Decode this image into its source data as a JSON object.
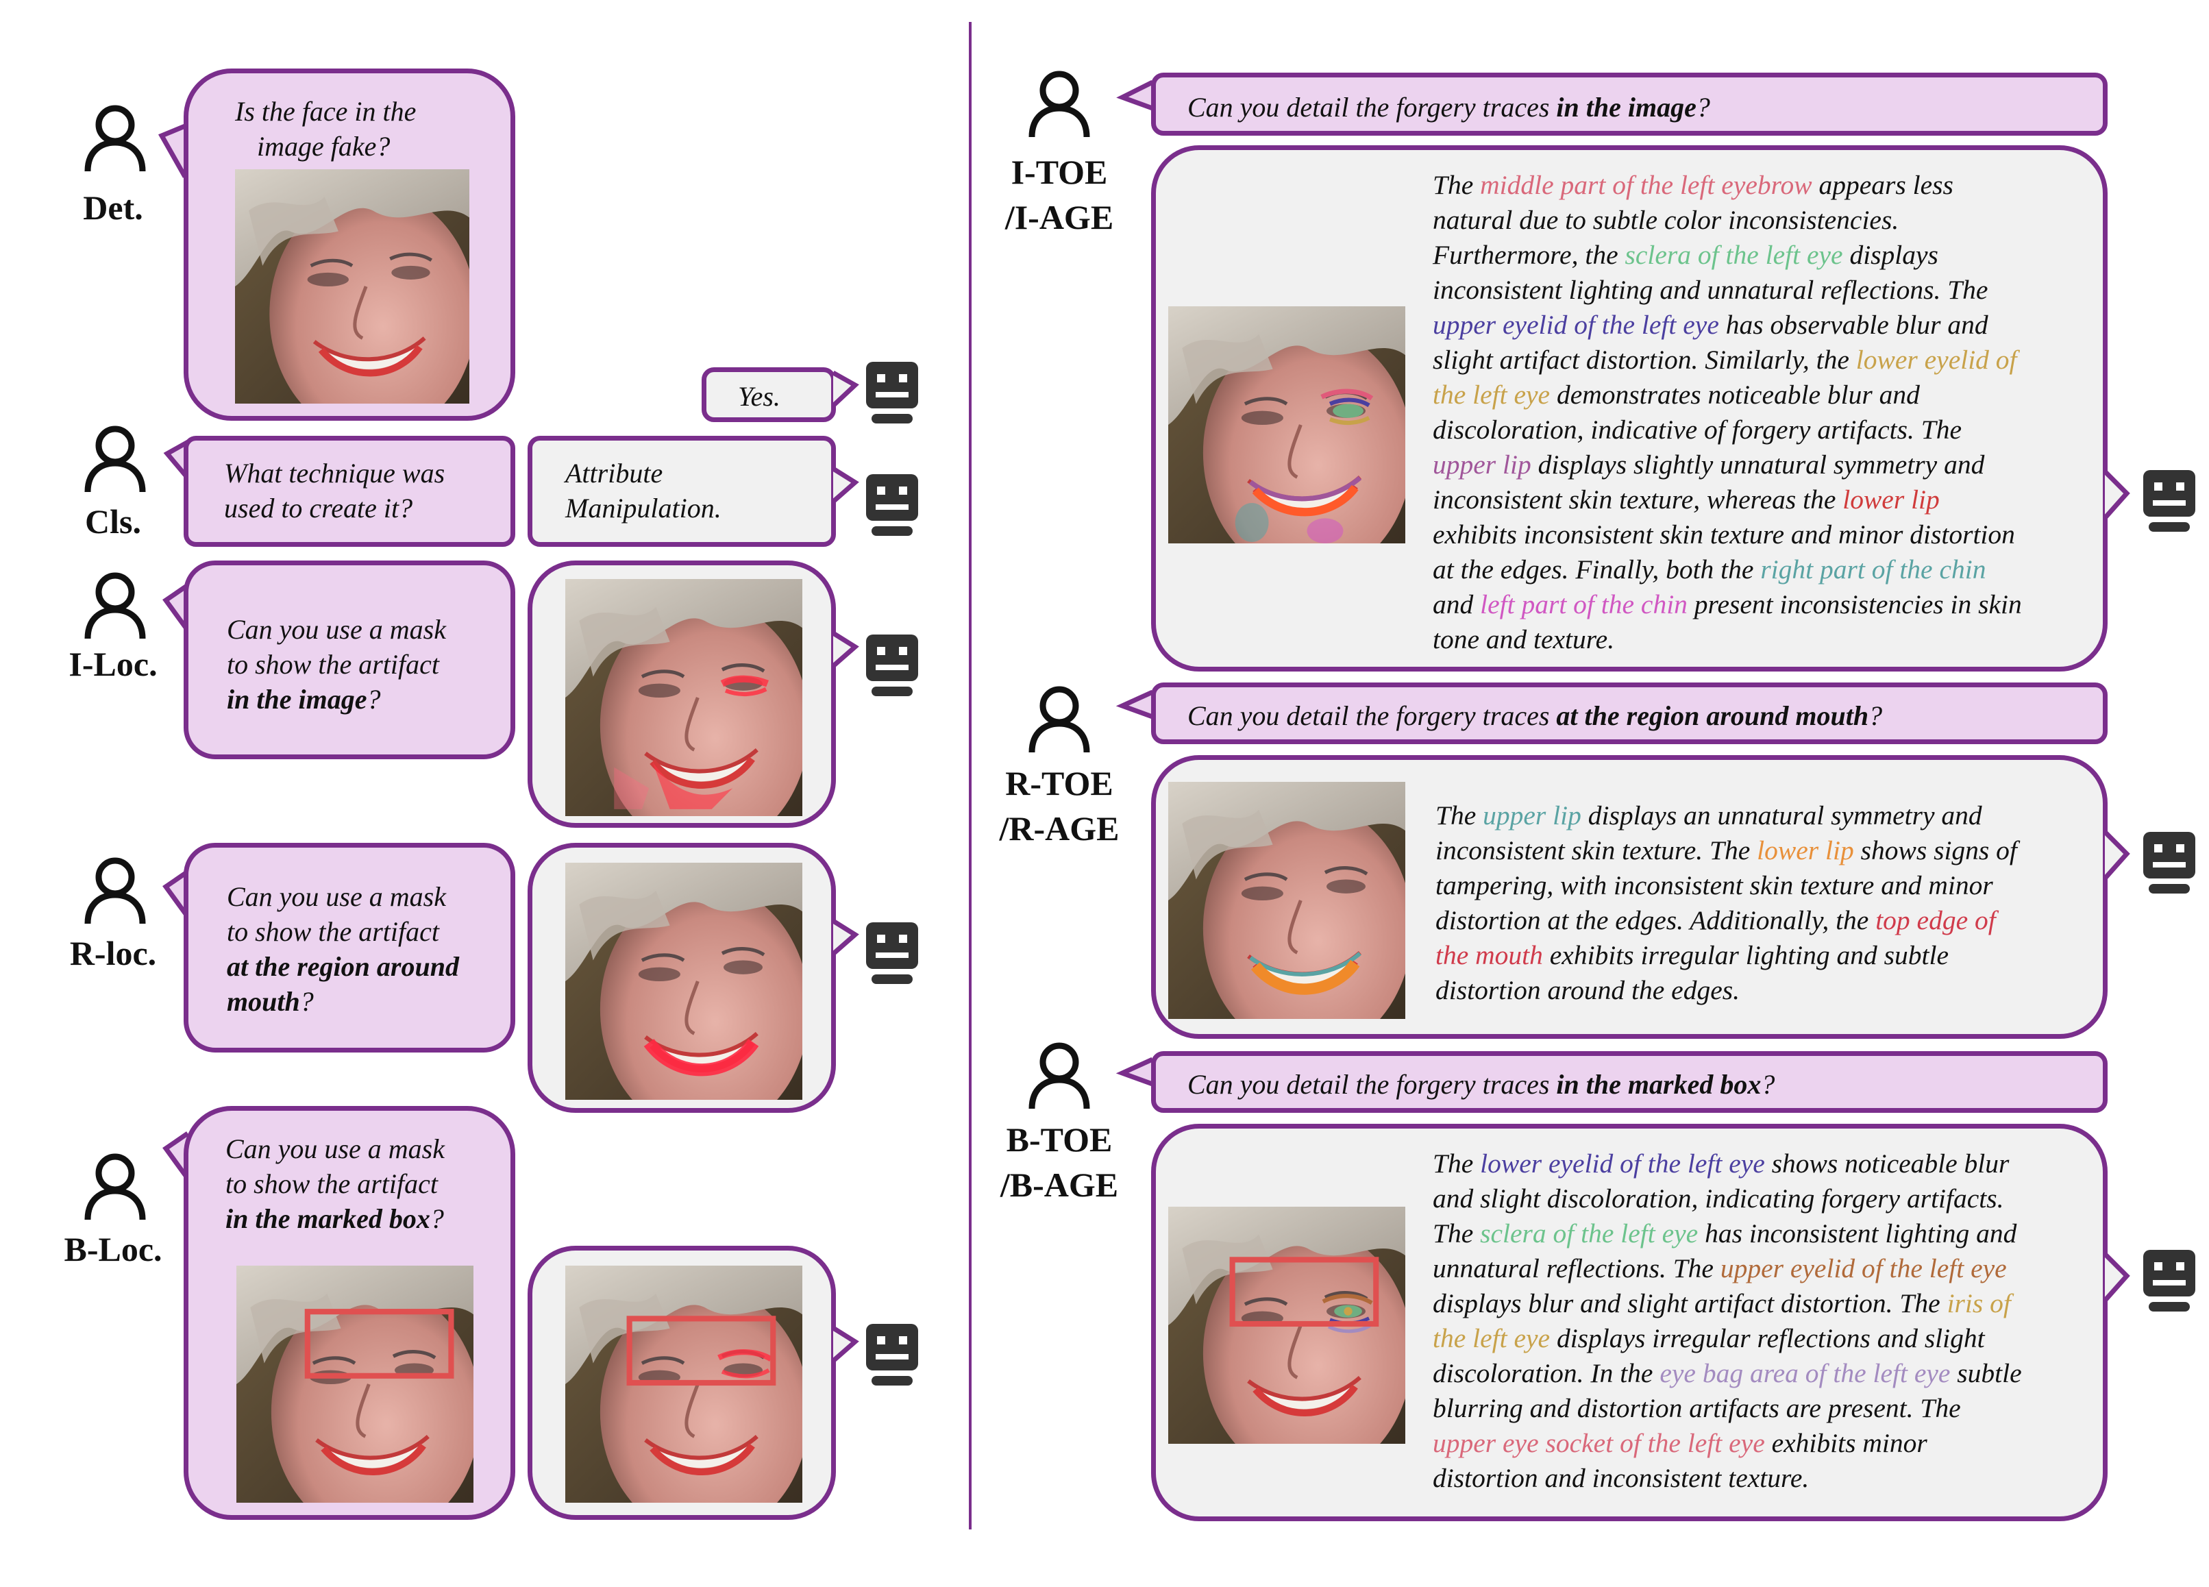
{
  "colors": {
    "border": "#7a2e8c",
    "question_bg": "#ecd3ef",
    "answer_bg": "#f1f1f1",
    "mask_red": "#ff3333",
    "box_red": "#e05050"
  },
  "icons": {
    "user": "user-icon",
    "bot": "robot-icon"
  },
  "left": {
    "det": {
      "label": "Det.",
      "question_l1": "Is the face in the",
      "question_l2": "image fake?",
      "answer": "Yes."
    },
    "cls": {
      "label": "Cls.",
      "question_l1": "What technique was",
      "question_l2": "used to create it?",
      "answer_l1": "Attribute",
      "answer_l2": "Manipulation."
    },
    "iloc": {
      "label": "I-Loc.",
      "q_l1": "Can you use a mask",
      "q_l2": "to show the artifact",
      "q_l3_bold": "in the image",
      "q_l3_end": "?"
    },
    "rloc": {
      "label": "R-loc.",
      "q_l1": "Can you use a mask",
      "q_l2": "to show the artifact",
      "q_l3_bold": "at the region around",
      "q_l4_bold": "mouth",
      "q_l4_end": "?"
    },
    "bloc": {
      "label": "B-Loc.",
      "q_l1": "Can you use a mask",
      "q_l2": "to show the artifact",
      "q_l3_bold": "in the marked box",
      "q_l3_end": "?"
    }
  },
  "right": {
    "itoe": {
      "label_l1": "I-TOE",
      "label_l2": "/I-AGE",
      "question_plain": "Can you detail the forgery traces ",
      "question_bold": "in the image",
      "question_end": "?",
      "answer_lines": [
        [
          {
            "t": "The "
          },
          {
            "t": "middle part of the left eyebrow",
            "c": "#d9687a"
          },
          {
            "t": " appears less"
          }
        ],
        [
          {
            "t": "natural due to subtle color inconsistencies."
          }
        ],
        [
          {
            "t": "Furthermore, the "
          },
          {
            "t": "sclera of the left eye",
            "c": "#6cc38c"
          },
          {
            "t": " displays"
          }
        ],
        [
          {
            "t": "inconsistent lighting and unnatural reflections. The"
          }
        ],
        [
          {
            "t": "upper eyelid of the left eye",
            "c": "#4b3fa0"
          },
          {
            "t": " has observable blur and"
          }
        ],
        [
          {
            "t": "slight artifact distortion. Similarly, the "
          },
          {
            "t": "lower eyelid of",
            "c": "#c8a24a"
          }
        ],
        [
          {
            "t": "the left eye",
            "c": "#c8a24a"
          },
          {
            "t": " demonstrates noticeable blur and"
          }
        ],
        [
          {
            "t": "discoloration, indicative of forgery artifacts. The"
          }
        ],
        [
          {
            "t": "upper lip",
            "c": "#a0569a"
          },
          {
            "t": " displays slightly unnatural symmetry and"
          }
        ],
        [
          {
            "t": "inconsistent skin texture, whereas the "
          },
          {
            "t": "lower lip",
            "c": "#d03b3b"
          }
        ],
        [
          {
            "t": "exhibits inconsistent skin texture and minor distortion"
          }
        ],
        [
          {
            "t": "at the edges. Finally, both the "
          },
          {
            "t": "right part of the chin",
            "c": "#5aa3a3"
          }
        ],
        [
          {
            "t": "and "
          },
          {
            "t": "left part of the chin",
            "c": "#d057c2"
          },
          {
            "t": " present inconsistencies in skin"
          }
        ],
        [
          {
            "t": "tone and texture."
          }
        ]
      ]
    },
    "rtoe": {
      "label_l1": "R-TOE",
      "label_l2": "/R-AGE",
      "question_plain": "Can you detail the forgery traces ",
      "question_bold": "at the region around mouth",
      "question_end": "?",
      "answer_lines": [
        [
          {
            "t": "The "
          },
          {
            "t": "upper lip",
            "c": "#5aa3a3"
          },
          {
            "t": " displays an unnatural symmetry and"
          }
        ],
        [
          {
            "t": "inconsistent skin texture. The "
          },
          {
            "t": "lower lip",
            "c": "#e8903a"
          },
          {
            "t": " shows signs of"
          }
        ],
        [
          {
            "t": "tampering, with inconsistent skin texture and minor"
          }
        ],
        [
          {
            "t": "distortion at the edges. Additionally, the "
          },
          {
            "t": "top edge of",
            "c": "#d03b4b"
          }
        ],
        [
          {
            "t": "the mouth",
            "c": "#d03b4b"
          },
          {
            "t": " exhibits irregular lighting and subtle"
          }
        ],
        [
          {
            "t": "distortion around the edges."
          }
        ]
      ]
    },
    "btoe": {
      "label_l1": "B-TOE",
      "label_l2": "/B-AGE",
      "question_plain": "Can you detail the forgery traces ",
      "question_bold": "in the marked box",
      "question_end": "?",
      "answer_lines": [
        [
          {
            "t": "The "
          },
          {
            "t": "lower eyelid of the left eye",
            "c": "#4b3fa0"
          },
          {
            "t": " shows noticeable blur"
          }
        ],
        [
          {
            "t": "and slight discoloration, indicating forgery artifacts."
          }
        ],
        [
          {
            "t": "The "
          },
          {
            "t": "sclera of the left eye",
            "c": "#6cc38c"
          },
          {
            "t": " has inconsistent lighting and"
          }
        ],
        [
          {
            "t": "unnatural reflections. The "
          },
          {
            "t": "upper eyelid of the left eye",
            "c": "#b06a3a"
          }
        ],
        [
          {
            "t": "displays blur and slight artifact distortion. The "
          },
          {
            "t": "iris of",
            "c": "#c8a24a"
          }
        ],
        [
          {
            "t": "the left eye",
            "c": "#c8a24a"
          },
          {
            "t": " displays irregular reflections and slight"
          }
        ],
        [
          {
            "t": "discoloration. In the "
          },
          {
            "t": "eye bag area of the left eye",
            "c": "#a38bc0"
          },
          {
            "t": " subtle"
          }
        ],
        [
          {
            "t": "blurring and distortion artifacts are present. The"
          }
        ],
        [
          {
            "t": "upper eye socket of the left eye",
            "c": "#d9687a"
          },
          {
            "t": " exhibits minor"
          }
        ],
        [
          {
            "t": "distortion and inconsistent texture."
          }
        ]
      ]
    }
  }
}
